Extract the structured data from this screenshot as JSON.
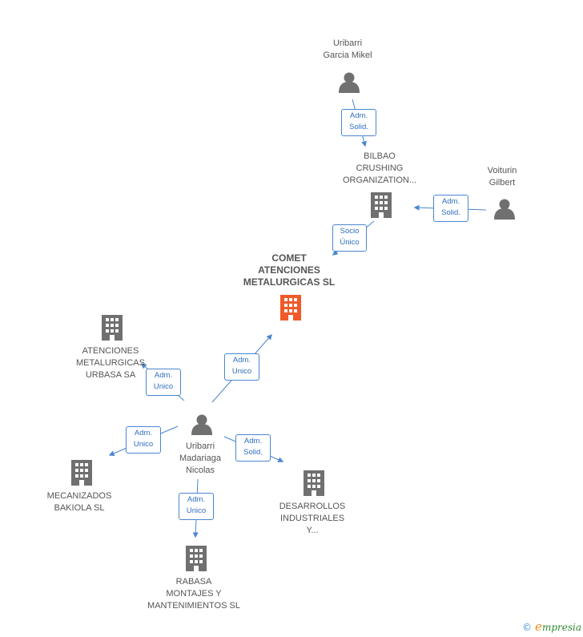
{
  "colors": {
    "main_company": "#f05a28",
    "company": "#707070",
    "person": "#707070",
    "edge": "#4a86d1",
    "label": "#555555"
  },
  "nodes": {
    "uribarri_garcia": "Uribarri\nGarcia Mikel",
    "bilbao": "BILBAO\nCRUSHING\nORGANIZATION...",
    "voiturin": "Voiturin\nGilbert",
    "comet": "COMET\nATENCIONES\nMETALURGICAS SL",
    "atenciones": "ATENCIONES\nMETALURGICAS\nURBASA SA",
    "uribarri_madariaga": "Uribarri\nMadariaga\nNicolas",
    "mecanizados": "MECANIZADOS\nBAKIOLA SL",
    "desarrollos": "DESARROLLOS\nINDUSTRIALES\nY...",
    "rabasa": "RABASA\nMONTAJES Y\nMANTENIMIENTOS SL"
  },
  "relations": {
    "garcia_bilbao": "Adm.\nSolid.",
    "voiturin_bilbao": "Adm.\nSolid.",
    "bilbao_comet": "Socio\nÚnico",
    "madariaga_comet": "Adm.\nUnico",
    "madariaga_atenciones": "Adm.\nUnico",
    "madariaga_mecanizados": "Adm.\nUnico",
    "madariaga_desarrollos": "Adm.\nSolid.",
    "madariaga_rabasa": "Adm.\nUnico"
  },
  "brand": {
    "copyright": "©",
    "initial": "e",
    "rest": "mpresia"
  }
}
